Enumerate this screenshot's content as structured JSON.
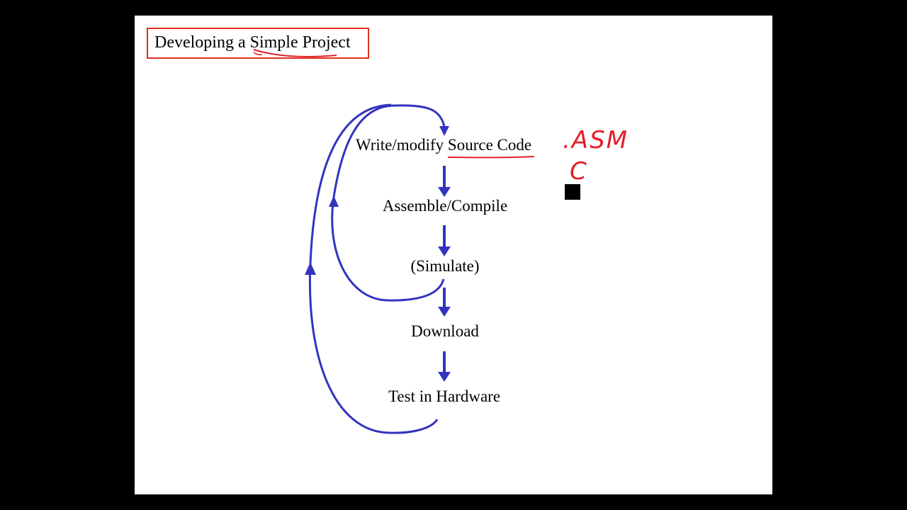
{
  "slide": {
    "title_prefix": "Developing a ",
    "title_emph": "Simple",
    "title_suffix": " Project"
  },
  "steps": [
    "Write/modify Source Code",
    "Assemble/Compile",
    "(Simulate)",
    "Download",
    "Test in Hardware"
  ],
  "step_parts": {
    "write_prefix": "Write/modify ",
    "write_emph": "Source Code"
  },
  "annotations": {
    "asm": ".ASM",
    "c": "C"
  },
  "colors": {
    "arrow": "#3333c0",
    "ink": "#e0202a",
    "title_border": "#e0301e"
  }
}
